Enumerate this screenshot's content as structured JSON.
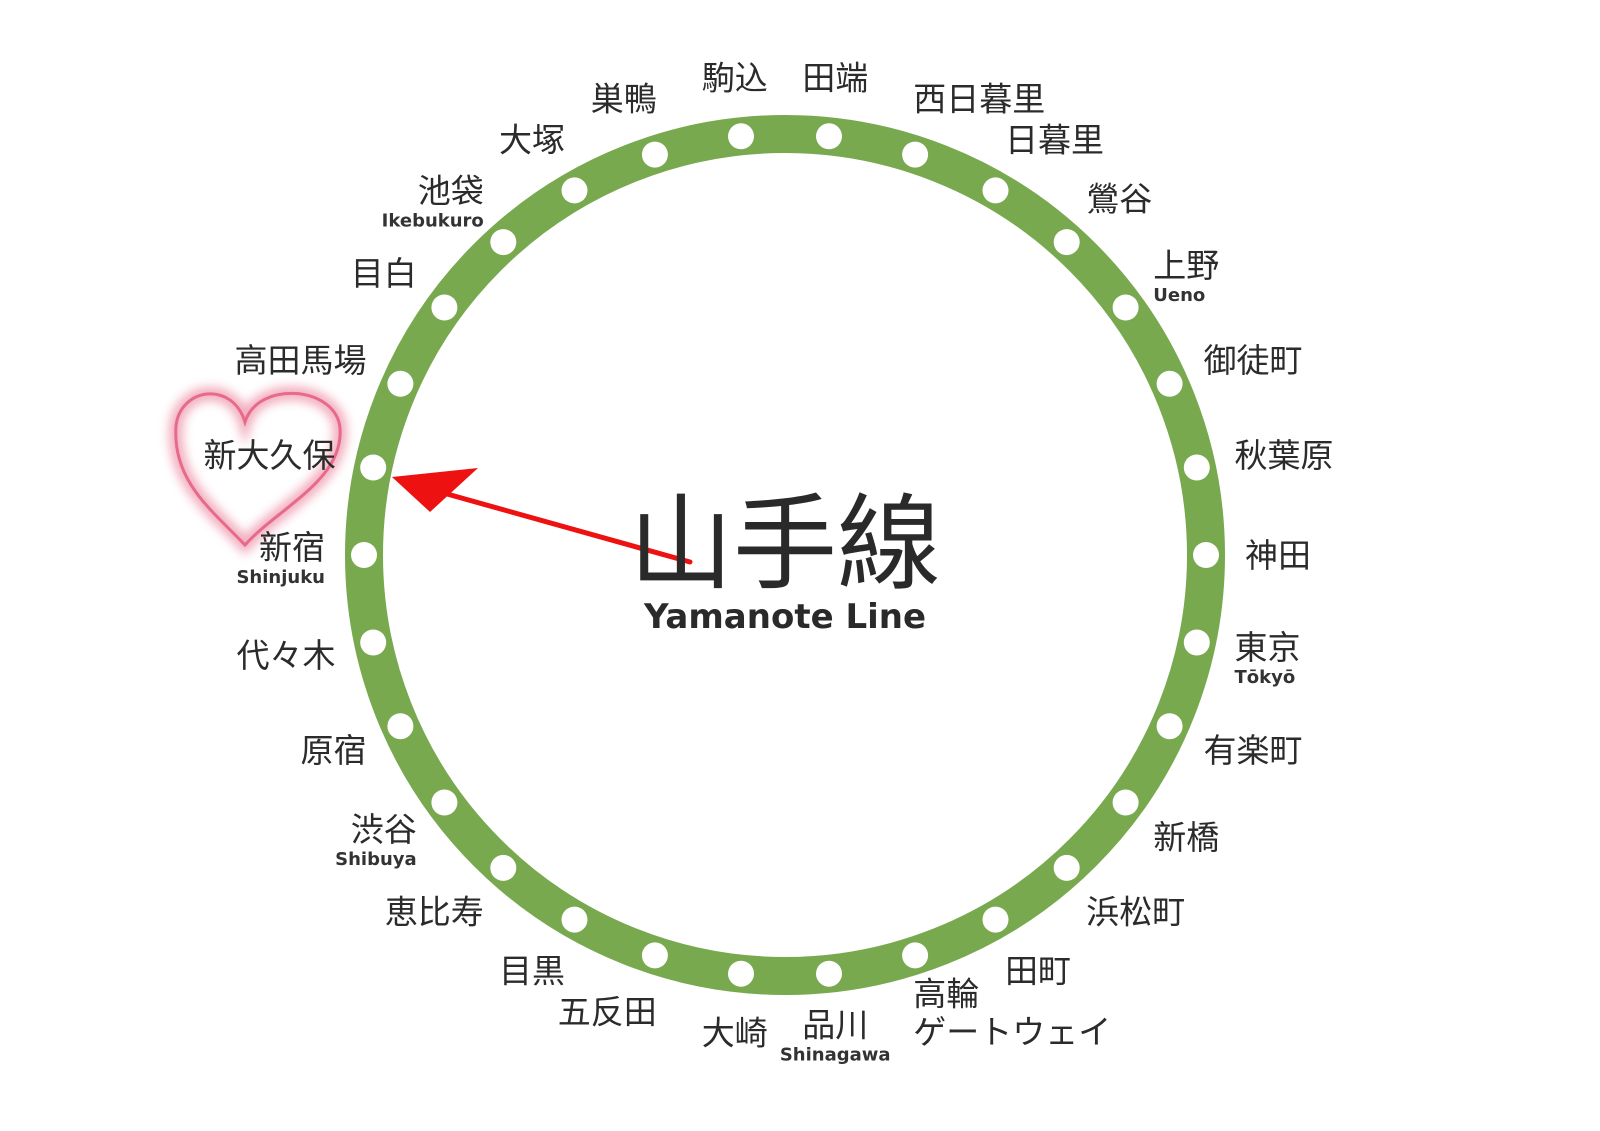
{
  "line": {
    "name_ja": "山手線",
    "name_en": "Yamanote Line",
    "color": "#78a94e",
    "station_dot_color": "#ffffff"
  },
  "highlight": {
    "station": "新大久保",
    "heart_color": "#e86a8a",
    "arrow_color": "#ee1111"
  },
  "stations": [
    {
      "name": "駒込"
    },
    {
      "name": "田端"
    },
    {
      "name": "西日暮里"
    },
    {
      "name": "日暮里"
    },
    {
      "name": "鶯谷"
    },
    {
      "name": "上野",
      "romaji": "Ueno"
    },
    {
      "name": "御徒町"
    },
    {
      "name": "秋葉原"
    },
    {
      "name": "神田"
    },
    {
      "name": "東京",
      "romaji": "Tōkyō"
    },
    {
      "name": "有楽町"
    },
    {
      "name": "新橋"
    },
    {
      "name": "浜松町"
    },
    {
      "name": "田町"
    },
    {
      "name": "高輪",
      "name2": "ゲートウェイ"
    },
    {
      "name": "品川",
      "romaji": "Shinagawa"
    },
    {
      "name": "大崎"
    },
    {
      "name": "五反田"
    },
    {
      "name": "目黒"
    },
    {
      "name": "恵比寿"
    },
    {
      "name": "渋谷",
      "romaji": "Shibuya"
    },
    {
      "name": "原宿"
    },
    {
      "name": "代々木"
    },
    {
      "name": "新宿",
      "romaji": "Shinjuku"
    },
    {
      "name": "新大久保"
    },
    {
      "name": "高田馬場"
    },
    {
      "name": "目白"
    },
    {
      "name": "池袋",
      "romaji": "Ikebukuro"
    },
    {
      "name": "大塚"
    },
    {
      "name": "巣鴨"
    }
  ]
}
